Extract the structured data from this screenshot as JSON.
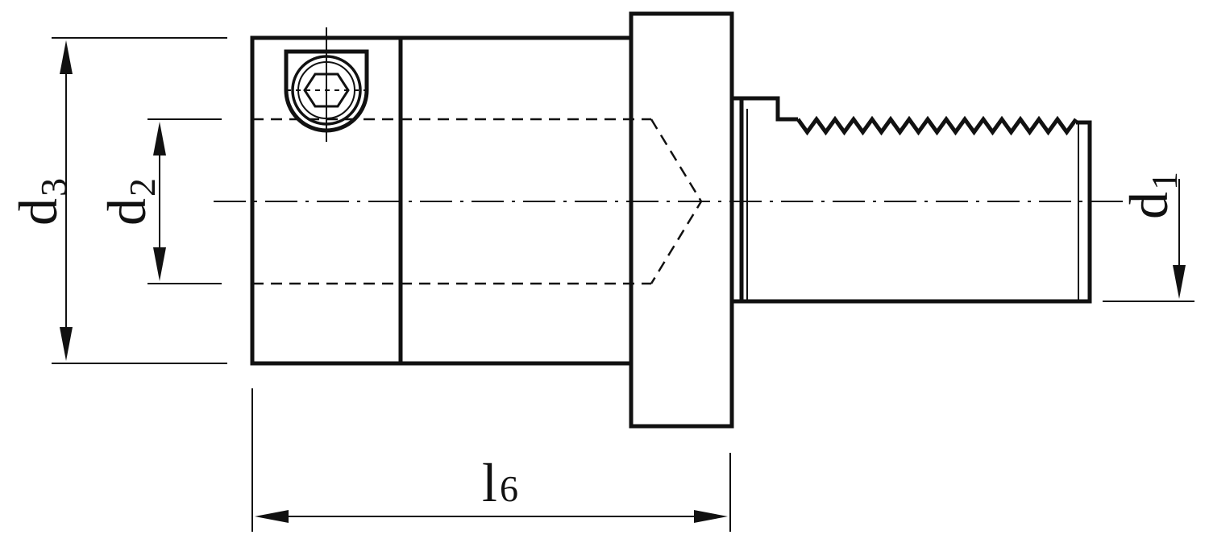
{
  "dimensions": {
    "d3": {
      "main": "d",
      "sub": "3"
    },
    "d2": {
      "main": "d",
      "sub": "2"
    },
    "d1": {
      "main": "d",
      "sub": "1"
    },
    "l6": {
      "main": "l",
      "sub": "6"
    }
  }
}
